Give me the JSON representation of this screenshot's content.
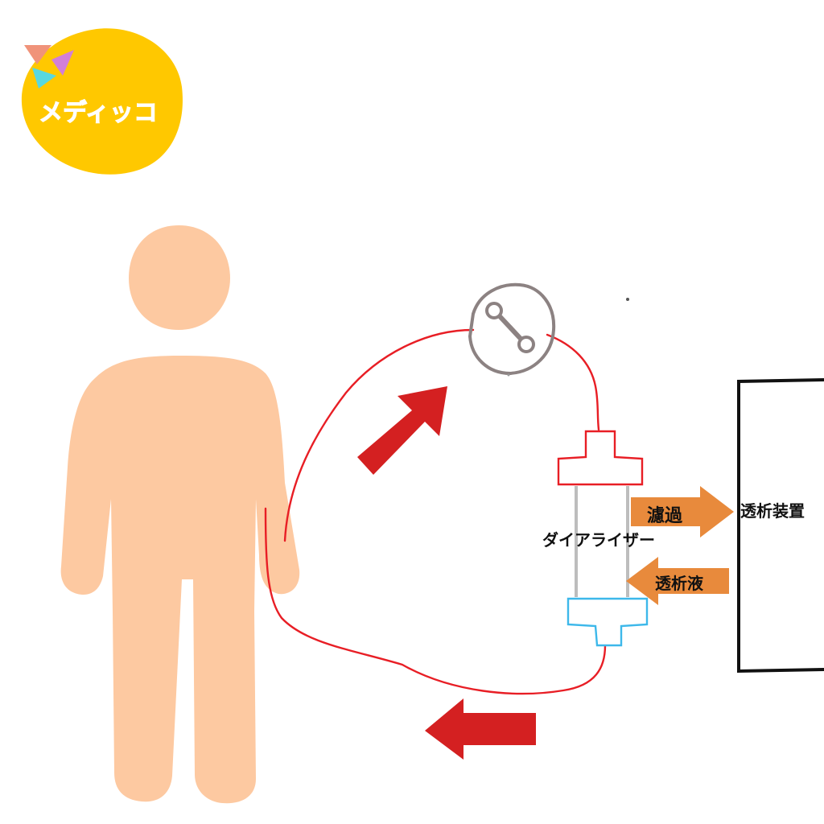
{
  "logo": {
    "text": "メディッコ",
    "blob_color": "#FFC800",
    "triangle_colors": [
      "#F0937A",
      "#D27FD8",
      "#58D8E0"
    ]
  },
  "labels": {
    "dialyzer": "ダイアライザー",
    "filtration": "濾過",
    "dialysate": "透析液",
    "machine": "透析装置"
  },
  "colors": {
    "person": "#FDC9A1",
    "blood_line": "#E81E25",
    "flow_arrow": "#D42021",
    "pump": "#8C8282",
    "dialyzer_top": "#E81E25",
    "dialyzer_bottom": "#3DB8EA",
    "dialyzer_tube": "#BDBDBD",
    "exchange_arrow": "#E88A3C",
    "machine_outline": "#111111"
  }
}
